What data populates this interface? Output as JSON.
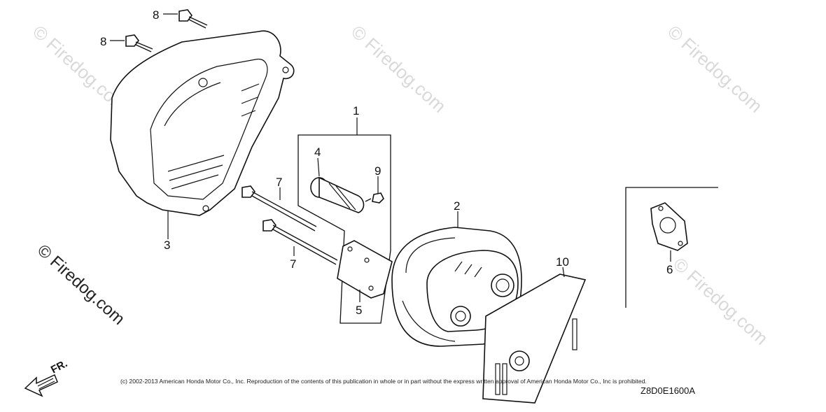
{
  "watermarks": {
    "top_center": "© Firedog.com",
    "top_right": "© Firedog.com",
    "top_left": "© Firedog.com",
    "left": "© Firedog.com",
    "right": "© Firedog.com"
  },
  "callouts": {
    "c1": "1",
    "c2": "2",
    "c3": "3",
    "c4": "4",
    "c5": "5",
    "c6": "6",
    "c7a": "7",
    "c7b": "7",
    "c8a": "8",
    "c8b": "8",
    "c9": "9",
    "c10": "10"
  },
  "footer": {
    "copyright": "(c) 2002-2013 American Honda Motor Co., Inc. Reproduction of the contents of this publication in whole or in part without the express written approval of American Honda Motor Co., Inc is prohibited.",
    "diagram_code": "Z8D0E1600A",
    "direction_label": "FR."
  }
}
